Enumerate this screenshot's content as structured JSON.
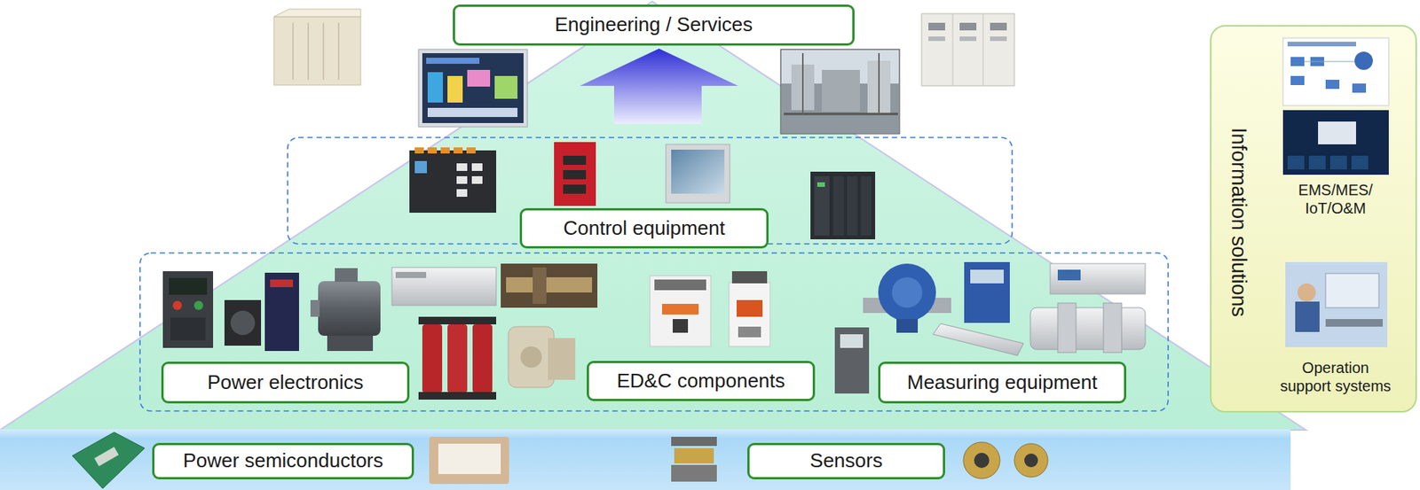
{
  "diagram": {
    "nodes": [
      {
        "text": [
          "Engineering / Services"
        ]
      },
      {
        "text": [
          "Control equipment"
        ]
      },
      {
        "text": [
          "Power electronics"
        ]
      },
      {
        "text": [
          "ED&C components"
        ]
      },
      {
        "text": [
          "Measuring equipment"
        ]
      },
      {
        "text": [
          "Power semiconductors"
        ]
      },
      {
        "text": [
          "Sensors"
        ]
      },
      {
        "text": [
          "Information solutions",
          "EMS/MES/ IoT/O&M",
          "Operation support systems"
        ]
      }
    ]
  }
}
